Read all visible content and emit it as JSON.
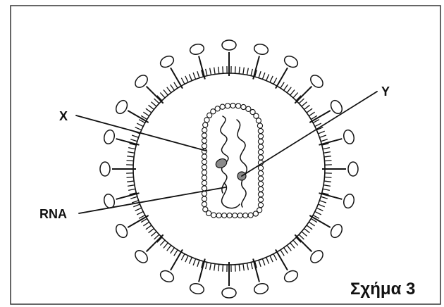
{
  "labels": {
    "x": "X",
    "y": "Y",
    "rna": "RNA"
  },
  "caption": "Σχήμα 3",
  "colors": {
    "ink": "#111111",
    "frame": "#333333",
    "enzyme_fill": "#8a8a8a",
    "background": "#ffffff"
  },
  "icons": {
    "virus": "enveloped-virus-icon",
    "spike": "glycoprotein-spike-icon",
    "capsid": "capsid-icon",
    "enzyme": "enzyme-icon"
  }
}
